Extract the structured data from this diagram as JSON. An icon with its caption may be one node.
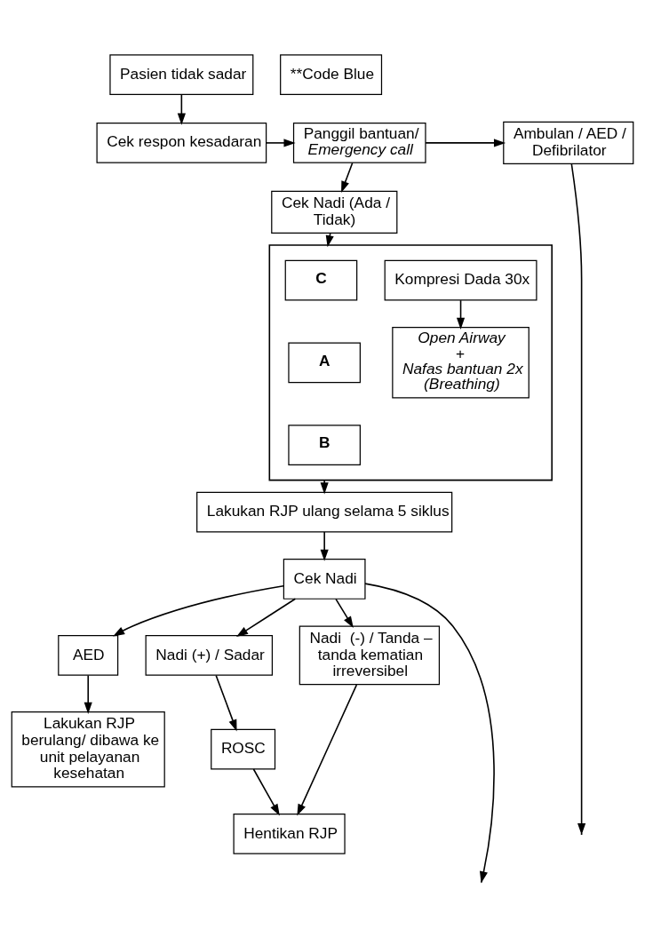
{
  "diagram": {
    "nodes": [
      {
        "text": [
          "Pasien tidak sadar"
        ]
      },
      {
        "text": [
          "**Code Blue"
        ]
      },
      {
        "text": [
          "Cek respon kesadaran"
        ]
      },
      {
        "text": [
          "Panggil bantuan/",
          "Emergency call"
        ]
      },
      {
        "text": [
          "Ambulan / AED / Defibrilator"
        ]
      },
      {
        "text": [
          "Cek Nadi (Ada / Tidak)"
        ]
      },
      {
        "text": [],
        "shape": "box"
      },
      {
        "text": [
          "C"
        ],
        "in": 6
      },
      {
        "text": [
          "Kompresi Dada 30x"
        ],
        "in": 6
      },
      {
        "text": [
          "A"
        ],
        "in": 6
      },
      {
        "text": [
          "Open Airway",
          "+",
          "Nafas bantuan 2x (Breathing)"
        ],
        "in": 6
      },
      {
        "text": [
          "B"
        ],
        "in": 6
      },
      {
        "text": [
          "Lakukan RJP ulang selama 5 siklus"
        ]
      },
      {
        "text": [
          "Cek Nadi"
        ]
      },
      {
        "text": [
          "AED"
        ]
      },
      {
        "text": [
          "Nadi (+) / Sadar"
        ]
      },
      {
        "text": [
          "Nadi  (-) / Tanda – tanda kematian irreversibel"
        ]
      },
      {
        "text": [
          "Lakukan RJP berulang/ dibawa ke unit pelayanan kesehatan"
        ]
      },
      {
        "text": [
          "ROSC"
        ]
      },
      {
        "text": [
          "Hentikan RJP"
        ]
      }
    ],
    "edges": [
      {
        "from": 0,
        "to": 2,
        "arrow": "to"
      },
      {
        "from": 2,
        "to": 3,
        "arrow": "to"
      },
      {
        "from": 3,
        "to": 4,
        "arrow": "to"
      },
      {
        "from": 3,
        "to": 5,
        "arrow": "to"
      },
      {
        "from": 5,
        "to": 6,
        "arrow": "to"
      },
      {
        "from": 8,
        "to": 10,
        "arrow": "to"
      },
      {
        "from": 6,
        "to": 12,
        "arrow": "to"
      },
      {
        "from": 12,
        "to": 13,
        "arrow": "to"
      },
      {
        "from": 13,
        "to": 14,
        "arrow": "to"
      },
      {
        "from": 13,
        "to": null,
        "arrow": "to"
      },
      {
        "from": 13,
        "to": 15,
        "arrow": "to"
      },
      {
        "from": 13,
        "to": 16,
        "arrow": "to"
      },
      {
        "from": 14,
        "to": 17,
        "arrow": "to"
      },
      {
        "from": 15,
        "to": 18,
        "arrow": "to"
      },
      {
        "from": 18,
        "to": 19,
        "arrow": "to"
      },
      {
        "from": 16,
        "to": 19,
        "arrow": "to"
      },
      {
        "from": 4,
        "to": null,
        "arrow": "to"
      }
    ]
  }
}
